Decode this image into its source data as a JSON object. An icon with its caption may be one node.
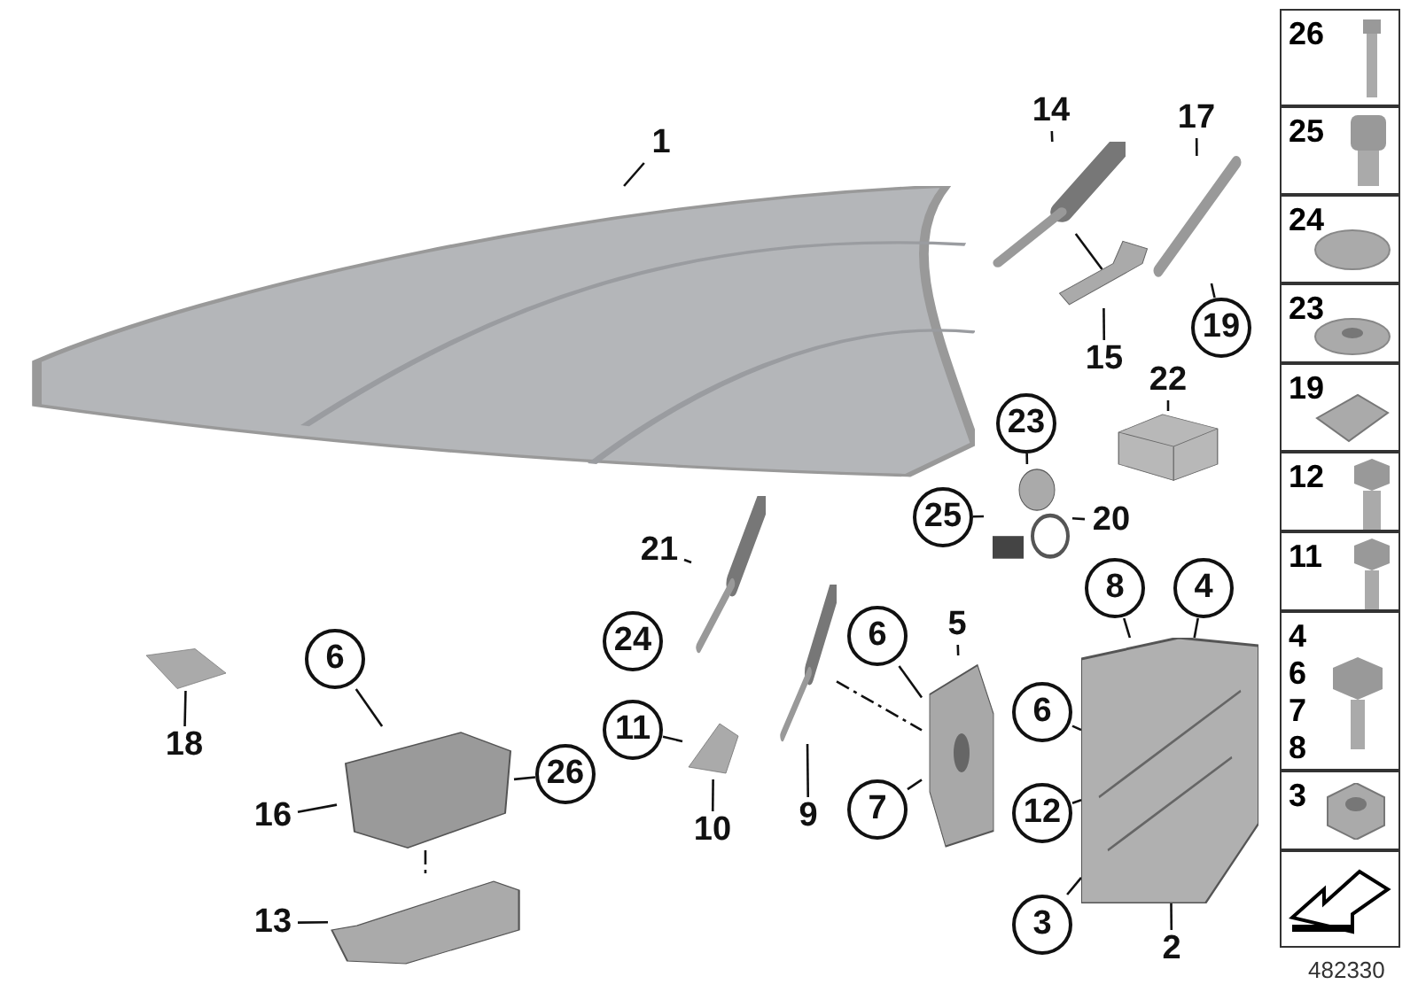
{
  "diagram": {
    "nodes": [
      {
        "text": [],
        "shape": "picture"
      },
      {
        "text": [
          "1"
        ]
      },
      {
        "text": [],
        "shape": "picture"
      },
      {
        "text": [
          "14"
        ]
      },
      {
        "text": [],
        "shape": "picture"
      },
      {
        "text": [
          "15"
        ]
      },
      {
        "text": [],
        "shape": "picture"
      },
      {
        "text": [
          "17"
        ]
      },
      {
        "text": [
          "19"
        ]
      },
      {
        "text": [],
        "shape": "picture"
      },
      {
        "text": [
          "22"
        ]
      },
      {
        "text": [],
        "shape": "picture"
      },
      {
        "text": [
          "23"
        ]
      },
      {
        "text": [
          "25"
        ]
      },
      {
        "text": [
          "20"
        ]
      },
      {
        "text": [],
        "shape": "picture"
      },
      {
        "text": [
          "21"
        ]
      },
      {
        "text": [
          "24"
        ]
      },
      {
        "text": [
          "11"
        ]
      },
      {
        "text": [],
        "shape": "picture"
      },
      {
        "text": [
          "10"
        ]
      },
      {
        "text": [],
        "shape": "picture"
      },
      {
        "text": [
          "9"
        ]
      },
      {
        "text": [],
        "shape": "picture"
      },
      {
        "text": [
          "5"
        ]
      },
      {
        "text": [],
        "shape": "picture"
      },
      {
        "text": [
          "8"
        ]
      },
      {
        "text": [
          "6"
        ]
      },
      {
        "text": [
          "6"
        ]
      },
      {
        "text": [
          "7"
        ]
      },
      {
        "text": [
          "4"
        ]
      },
      {
        "text": [
          "12"
        ]
      },
      {
        "text": [
          "2"
        ]
      },
      {
        "text": [
          "3"
        ]
      },
      {
        "text": [],
        "shape": "picture"
      },
      {
        "text": [
          "18"
        ]
      },
      {
        "text": [],
        "shape": "picture"
      },
      {
        "text": [
          "6"
        ]
      },
      {
        "text": [
          "16"
        ]
      },
      {
        "text": [
          "26"
        ]
      },
      {
        "text": [],
        "shape": "picture"
      },
      {
        "text": [
          "13"
        ]
      }
    ],
    "edges": [
      {
        "from": 1,
        "to": 0,
        "arrow": "none"
      },
      {
        "from": 3,
        "to": 2,
        "arrow": "none"
      },
      {
        "from": 5,
        "to": 4,
        "arrow": "none"
      },
      {
        "from": 2,
        "to": 4,
        "arrow": "none"
      },
      {
        "from": 7,
        "to": 6,
        "arrow": "none"
      },
      {
        "from": 8,
        "to": 6,
        "arrow": "none"
      },
      {
        "from": 10,
        "to": 9,
        "arrow": "none"
      },
      {
        "from": 12,
        "to": 11,
        "arrow": "none"
      },
      {
        "from": 13,
        "to": 11,
        "arrow": "none"
      },
      {
        "from": 14,
        "to": 11,
        "arrow": "none"
      },
      {
        "from": 16,
        "to": 15,
        "arrow": "none"
      },
      {
        "from": 18,
        "to": 19,
        "arrow": "none"
      },
      {
        "from": 20,
        "to": 19,
        "arrow": "none"
      },
      {
        "from": 22,
        "to": 21,
        "arrow": "none"
      },
      {
        "from": 21,
        "to": 23,
        "arrow": "none",
        "style": "dashed"
      },
      {
        "from": 24,
        "to": 23,
        "arrow": "none"
      },
      {
        "from": 26,
        "to": 25,
        "arrow": "none"
      },
      {
        "from": 27,
        "to": 23,
        "arrow": "none"
      },
      {
        "from": 28,
        "to": 25,
        "arrow": "none"
      },
      {
        "from": 29,
        "to": 23,
        "arrow": "none"
      },
      {
        "from": 30,
        "to": 25,
        "arrow": "none"
      },
      {
        "from": 31,
        "to": 25,
        "arrow": "none"
      },
      {
        "from": 32,
        "to": 25,
        "arrow": "none"
      },
      {
        "from": 33,
        "to": 25,
        "arrow": "none"
      },
      {
        "from": 35,
        "to": 34,
        "arrow": "none"
      },
      {
        "from": 37,
        "to": 36,
        "arrow": "none"
      },
      {
        "from": 38,
        "to": 36,
        "arrow": "none"
      },
      {
        "from": 39,
        "to": 36,
        "arrow": "none"
      },
      {
        "from": 36,
        "to": 40,
        "arrow": "none",
        "style": "dashed"
      },
      {
        "from": 41,
        "to": 40,
        "arrow": "none"
      }
    ],
    "labels": [
      "26",
      "25",
      "24",
      "23",
      "19",
      "12",
      "11",
      "4",
      "6",
      "7",
      "8",
      "3",
      "482330"
    ]
  }
}
